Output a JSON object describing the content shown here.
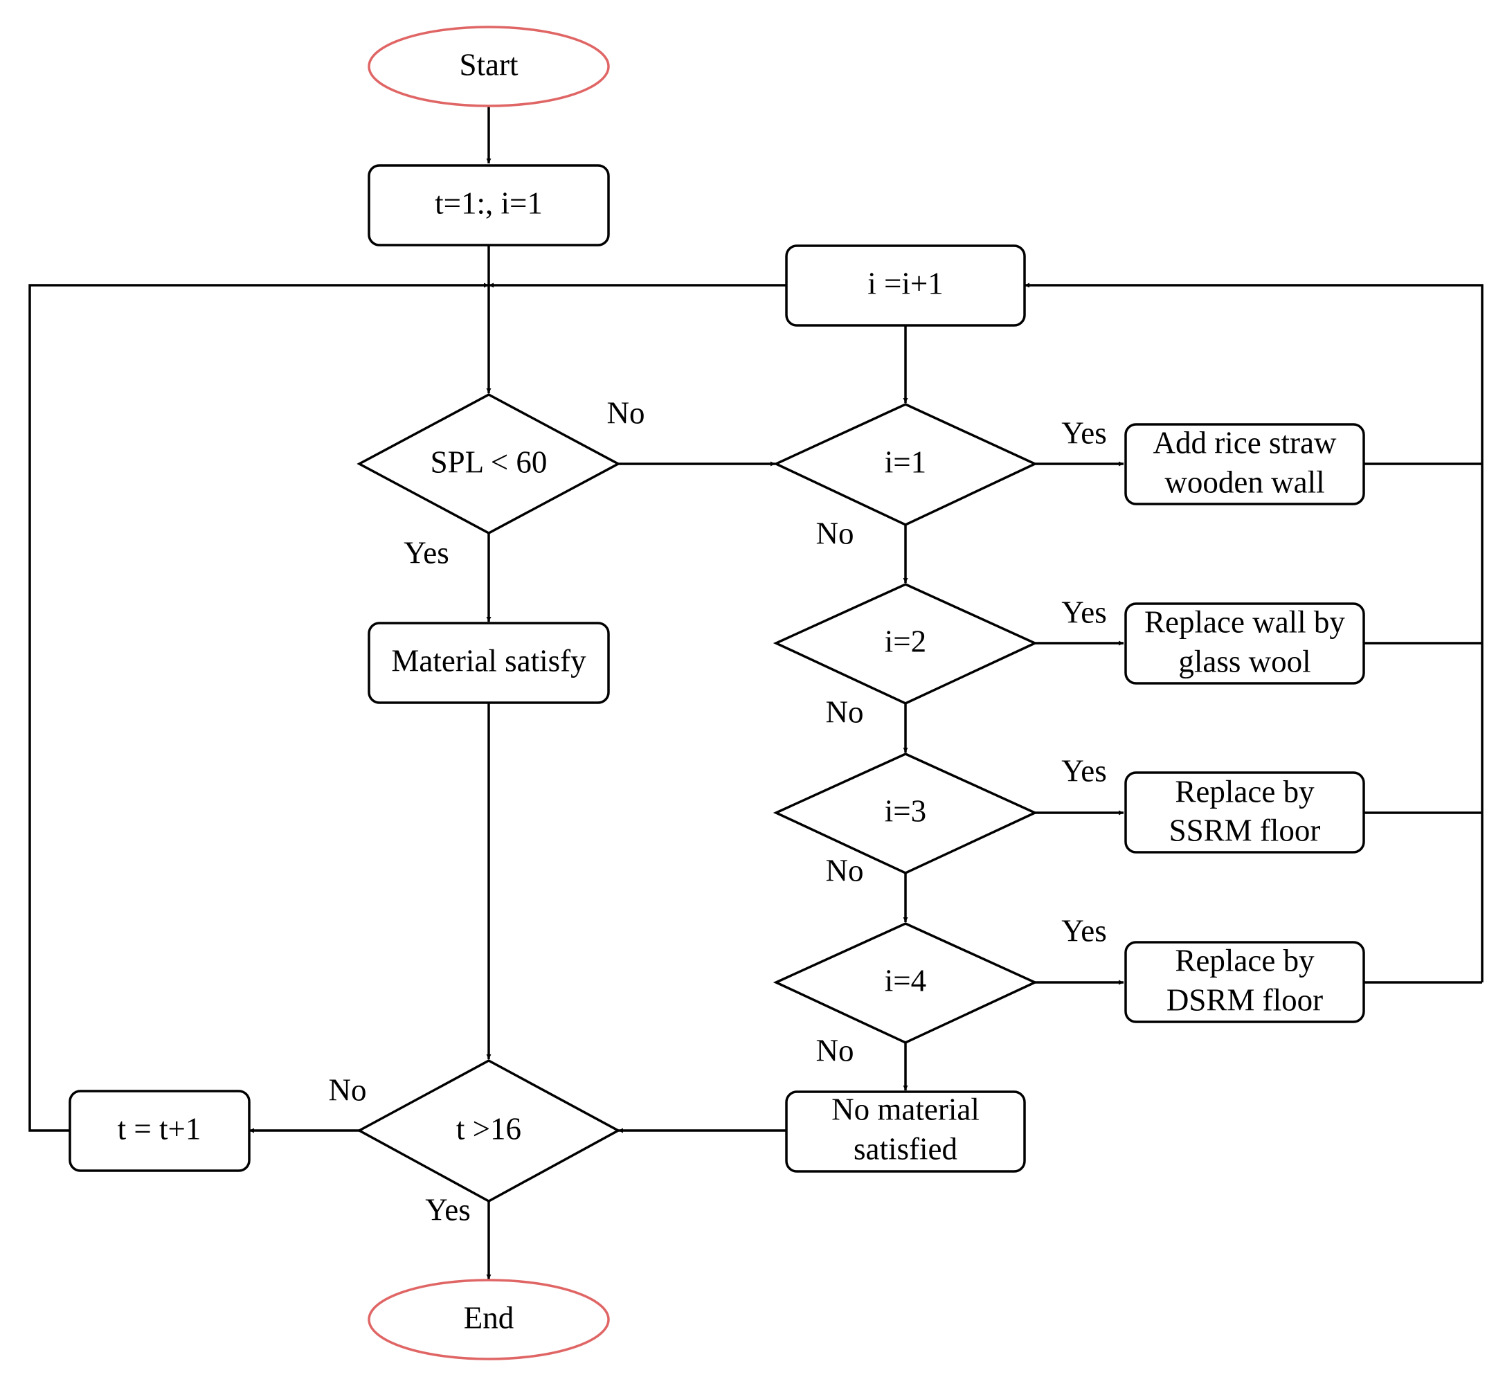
{
  "colors": {
    "line": "#000000",
    "terminal_outline": "#e06666",
    "background": "#ffffff"
  },
  "nodes": {
    "start": "Start",
    "init": "t=1:, i=1",
    "increment_i": "i =i+1",
    "spl_check": "SPL < 60",
    "check_i1": "i=1",
    "check_i2": "i=2",
    "check_i3": "i=3",
    "check_i4": "i=4",
    "action_1": [
      "Add rice straw",
      "wooden wall"
    ],
    "action_2": [
      "Replace wall by",
      "glass wool"
    ],
    "action_3": [
      "Replace by",
      "SSRM floor"
    ],
    "action_4": [
      "Replace by",
      "DSRM floor"
    ],
    "material_satisfy": "Material satisfy",
    "no_material": [
      "No material",
      "satisfied"
    ],
    "t_check": "t >16",
    "increment_t": "t = t+1",
    "end": "End"
  },
  "edge_labels": {
    "spl_no": "No",
    "spl_yes": "Yes",
    "i1_yes": "Yes",
    "i1_no": "No",
    "i2_yes": "Yes",
    "i2_no": "No",
    "i3_yes": "Yes",
    "i3_no": "No",
    "i4_yes": "Yes",
    "i4_no": "No",
    "t_no": "No",
    "t_yes": "Yes"
  }
}
